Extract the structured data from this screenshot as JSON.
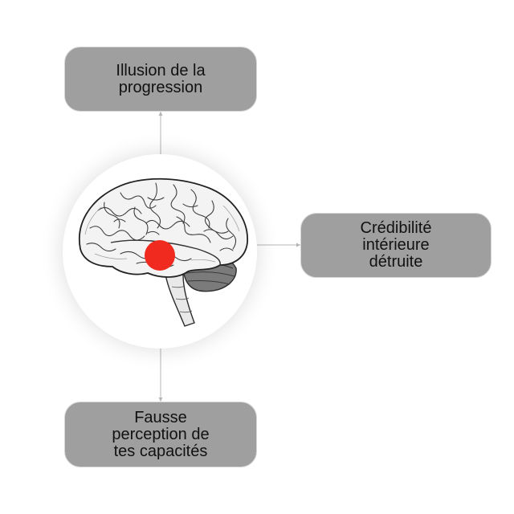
{
  "nodes": {
    "top": {
      "label": "Illusion de la\nprogression"
    },
    "right": {
      "label": "Crédibilité\nintérieure\ndétruite"
    },
    "bottom": {
      "label": "Fausse\nperception de\ntes capacités"
    }
  },
  "center": {
    "image": "brain-illustration",
    "marker_color": "#f02a1f"
  },
  "colors": {
    "box_fill": "#9f9f9f",
    "connector": "#b5b5b5",
    "text": "#111111"
  }
}
